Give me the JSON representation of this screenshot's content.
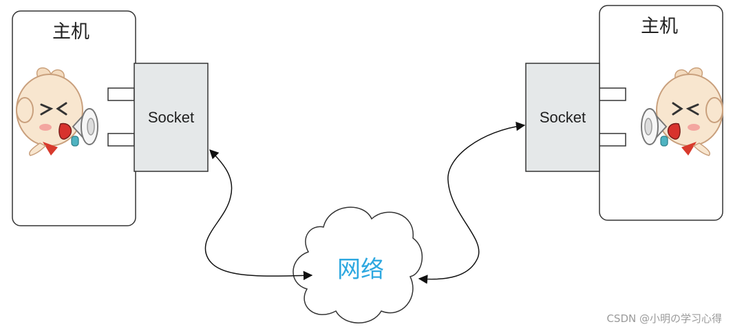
{
  "hosts": [
    {
      "title": "主机",
      "socket_label": "Socket",
      "mascot_icon": "shouting-mascot-megaphone-icon"
    },
    {
      "title": "主机",
      "socket_label": "Socket",
      "mascot_icon": "shouting-mascot-megaphone-icon"
    }
  ],
  "network": {
    "label": "网络",
    "icon": "cloud-icon"
  },
  "watermark": "CSDN @小明の学习心得",
  "colors": {
    "socket_fill": "#e5e8e9",
    "network_text": "#2ea8e0",
    "outline": "#333333"
  }
}
